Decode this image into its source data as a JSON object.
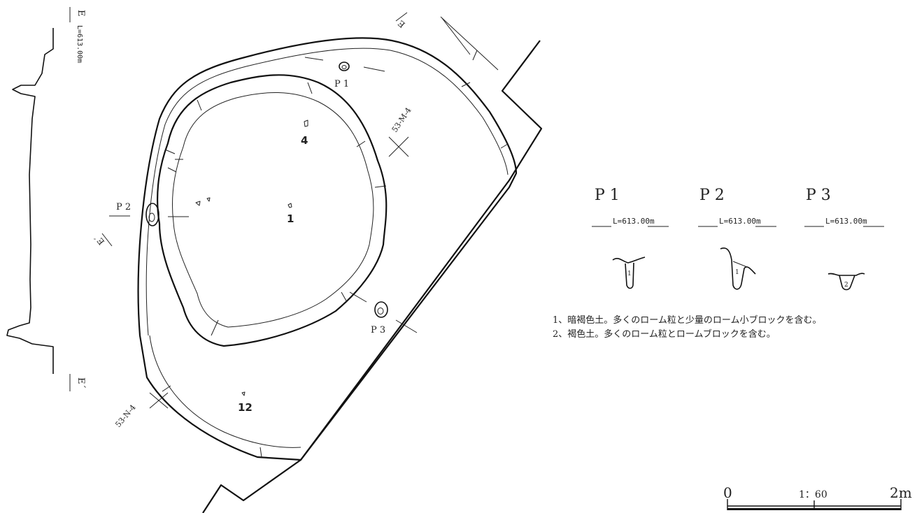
{
  "plan": {
    "section_top_label": "E",
    "section_elevation": "L=613.00m",
    "section_bottom_label": "E´",
    "pit_labels": [
      "P 1",
      "P 2",
      "P 3"
    ],
    "grid_labels": [
      "53-M-4",
      "53-N-4"
    ],
    "artifact_numbers": [
      "4",
      "1",
      "12"
    ],
    "line_e_label_top": "E",
    "line_e_label_left": "E´"
  },
  "sections": [
    {
      "title": "P 1",
      "elevation": "L=613.00m",
      "layers": [
        "1"
      ]
    },
    {
      "title": "P 2",
      "elevation": "L=613.00m",
      "layers": [
        "1"
      ]
    },
    {
      "title": "P 3",
      "elevation": "L=613.00m",
      "layers": [
        "2"
      ]
    }
  ],
  "legend": [
    "1、暗褐色土。多くのローム粒と少量のローム小ブロックを含む。",
    "2、褐色土。多くのローム粒とロームブロックを含む。"
  ],
  "scale_bar": {
    "start": "0",
    "ratio": "1：60",
    "end": "2m"
  }
}
